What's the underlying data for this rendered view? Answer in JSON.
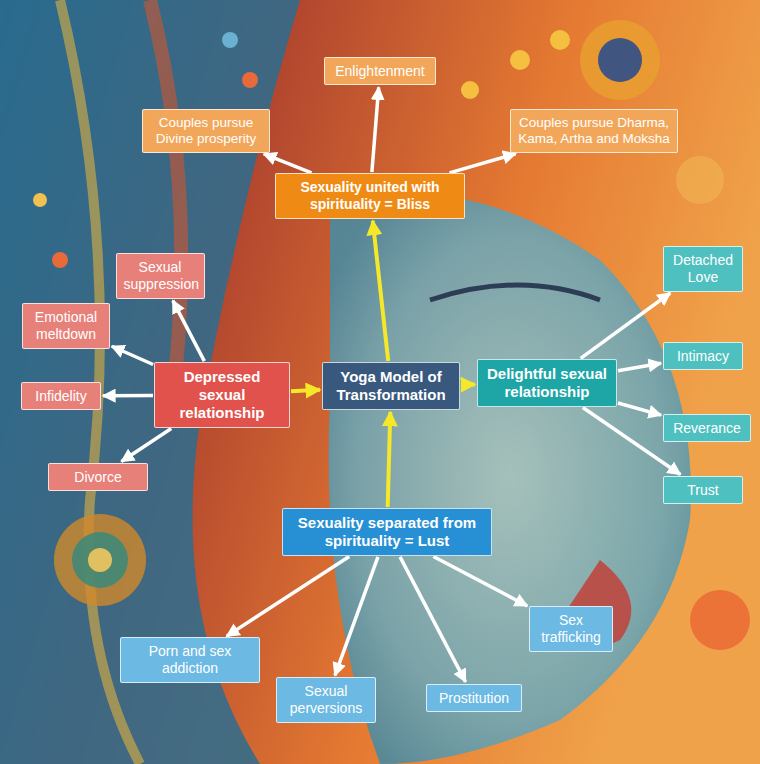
{
  "diagram": {
    "nodes": [
      {
        "text": [
          "Enlightenment"
        ]
      },
      {
        "text": [
          "Couples pursue Divine prosperity"
        ]
      },
      {
        "text": [
          "Couples pursue Dharma, Kama, Artha and Moksha"
        ]
      },
      {
        "text": [
          "Sexuality united with spirituality = Bliss"
        ]
      },
      {
        "text": [
          "Sexual suppression"
        ]
      },
      {
        "text": [
          "Detached Love"
        ]
      },
      {
        "text": [
          "Emotional meltdown"
        ]
      },
      {
        "text": [
          "Depressed sexual relationship"
        ]
      },
      {
        "text": [
          "Yoga Model of Transformation"
        ]
      },
      {
        "text": [
          "Delightful sexual relationship"
        ]
      },
      {
        "text": [
          "Intimacy"
        ]
      },
      {
        "text": [
          "Infidelity"
        ]
      },
      {
        "text": [
          "Reverance"
        ]
      },
      {
        "text": [
          "Trust"
        ]
      },
      {
        "text": [
          "Divorce"
        ]
      },
      {
        "text": [
          "Sexuality separated from spirituality = Lust"
        ]
      },
      {
        "text": [
          "Sex trafficking"
        ]
      },
      {
        "text": [
          "Porn and sex addiction"
        ]
      },
      {
        "text": [
          "Prostitution"
        ]
      },
      {
        "text": [
          "Sexual perversions"
        ]
      }
    ],
    "edges": [
      {
        "from": 3,
        "to": 0,
        "arrow": "to"
      },
      {
        "from": 3,
        "to": 1,
        "arrow": "to"
      },
      {
        "from": 3,
        "to": 2,
        "arrow": "to"
      },
      {
        "from": 8,
        "to": 3,
        "arrow": "to"
      },
      {
        "from": 7,
        "to": 8,
        "arrow": "to"
      },
      {
        "from": 8,
        "to": 9,
        "arrow": "to"
      },
      {
        "from": 15,
        "to": 8,
        "arrow": "to"
      },
      {
        "from": 7,
        "to": 4,
        "arrow": "to"
      },
      {
        "from": 7,
        "to": 6,
        "arrow": "to"
      },
      {
        "from": 7,
        "to": 11,
        "arrow": "to"
      },
      {
        "from": 7,
        "to": 14,
        "arrow": "to"
      },
      {
        "from": 9,
        "to": 5,
        "arrow": "to"
      },
      {
        "from": 9,
        "to": 10,
        "arrow": "to"
      },
      {
        "from": 9,
        "to": 12,
        "arrow": "to"
      },
      {
        "from": 9,
        "to": 13,
        "arrow": "to"
      },
      {
        "from": 15,
        "to": 17,
        "arrow": "to"
      },
      {
        "from": 15,
        "to": 19,
        "arrow": "to"
      },
      {
        "from": 15,
        "to": 18,
        "arrow": "to"
      },
      {
        "from": 15,
        "to": 16,
        "arrow": "to"
      }
    ]
  }
}
